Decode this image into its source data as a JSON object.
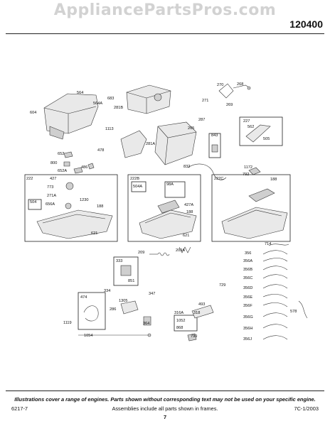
{
  "header": {
    "watermark": "AppliancePartsPros.com",
    "diagram_number": "120400"
  },
  "parts": {
    "p564": "564",
    "p683": "683",
    "p564A": "564A",
    "p281B": "281B",
    "p604": "604",
    "p270": "270",
    "p268": "268",
    "p271": "271",
    "p269": "269",
    "p287": "287",
    "p265": "265",
    "p227": "227",
    "p562": "562",
    "p505": "505",
    "p1113": "1113",
    "p843": "843",
    "p478": "478",
    "p281A": "281A",
    "p652": "652",
    "p800": "800",
    "p652A": "652A",
    "p486": "486",
    "p832": "832",
    "p1172": "1172",
    "p792": "792",
    "p222": "222",
    "p427": "427",
    "p773": "773",
    "p271A": "271A",
    "p1230": "1230",
    "p504": "504",
    "p188a": "188",
    "p656A": "656A",
    "p621a": "621",
    "p222B": "222B",
    "p504A": "504A",
    "p98A": "98A",
    "p427A": "427A",
    "p188b": "188",
    "p621b": "621",
    "p222C": "222C",
    "p188c": "188",
    "p209": "209",
    "p209A": "209A",
    "p714": "714",
    "p356": "356",
    "p356A": "356A",
    "p356B": "356B",
    "p356C": "356C",
    "p356D": "356D",
    "p356E": "356E",
    "p356F": "356F",
    "p356G": "356G",
    "p356H": "356H",
    "p356J": "356J",
    "p578": "578",
    "p333": "333",
    "p851": "851",
    "p729": "729",
    "p334": "334",
    "p347": "347",
    "p474": "474",
    "p1305": "1305",
    "p286": "286",
    "p493": "493",
    "p316A": "316A",
    "p318": "318",
    "p1052": "1052",
    "p868": "868",
    "p364": "364",
    "p1119": "1119",
    "p1054": "1054",
    "p799": "799"
  },
  "footer": {
    "note": "Illustrations cover a range of engines. Parts shown without corresponding text may not be used on your specific engine.",
    "left": "6217-7",
    "middle": "Assemblies include all parts shown in frames.",
    "right": "7C-1/2003",
    "page": "7"
  }
}
